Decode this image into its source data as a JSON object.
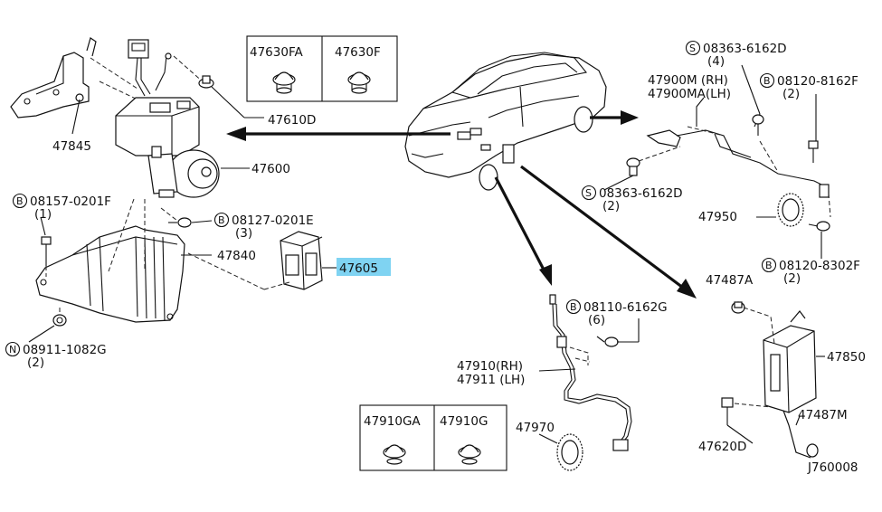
{
  "diagram": {
    "highlight_color": "#7fd3f2",
    "footer_code": "J760008",
    "clip_table_top": {
      "col1": "47630FA",
      "col2": "47630F"
    },
    "clip_table_bottom": {
      "col1": "47910GA",
      "col2": "47910G"
    },
    "parts": {
      "p47610D": "47610D",
      "p47845": "47845",
      "p47600": "47600",
      "p08157_0201F": {
        "code": "08157-0201F",
        "qty": "(1)",
        "prefix": "B"
      },
      "p08127_0201E": {
        "code": "08127-0201E",
        "qty": "(3)",
        "prefix": "B"
      },
      "p47840": "47840",
      "p47605": "47605",
      "p08911_1082G": {
        "code": "08911-1082G",
        "qty": "(2)",
        "prefix": "N"
      },
      "p08363_6162D_top": {
        "code": "08363-6162D",
        "qty": "(4)",
        "prefix": "S"
      },
      "p47900M": "47900M (RH)",
      "p47900MA": "47900MA(LH)",
      "p08120_8162F": {
        "code": "08120-8162F",
        "qty": "(2)",
        "prefix": "B"
      },
      "p08363_6162D_mid": {
        "code": "08363-6162D",
        "qty": "(2)",
        "prefix": "S"
      },
      "p47950": "47950",
      "p08120_8302F": {
        "code": "08120-8302F",
        "qty": "(2)",
        "prefix": "B"
      },
      "p47487A": "47487A",
      "p47850": "47850",
      "p08110_6162G": {
        "code": "08110-6162G",
        "qty": "(6)",
        "prefix": "B"
      },
      "p47910": "47910(RH)",
      "p47911": "47911 (LH)",
      "p47970": "47970",
      "p47487M": "47487M",
      "p47620D": "47620D"
    }
  }
}
